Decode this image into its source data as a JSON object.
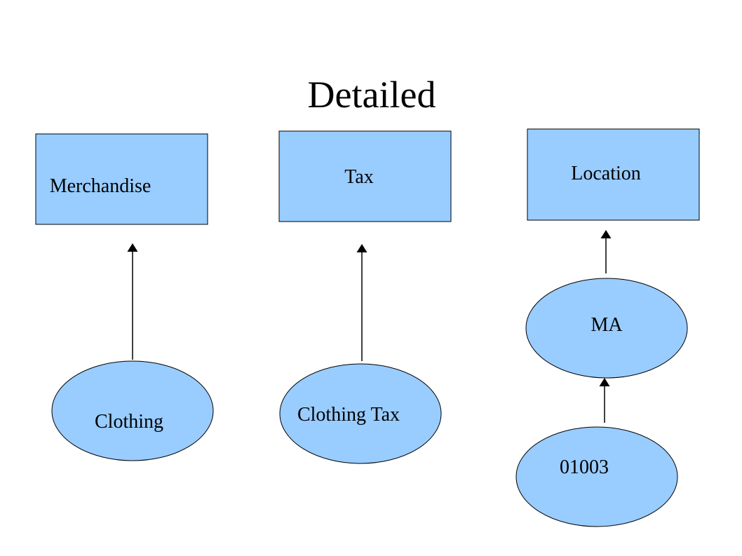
{
  "slide": {
    "title": "Detailed"
  },
  "nodes": {
    "merchandise": "Merchandise",
    "tax": "Tax",
    "location": "Location",
    "clothing": "Clothing",
    "clothing_tax": "Clothing Tax",
    "ma": "MA",
    "zip": "01003"
  },
  "colors": {
    "node_fill": "#99ccff",
    "stroke": "#000000"
  }
}
